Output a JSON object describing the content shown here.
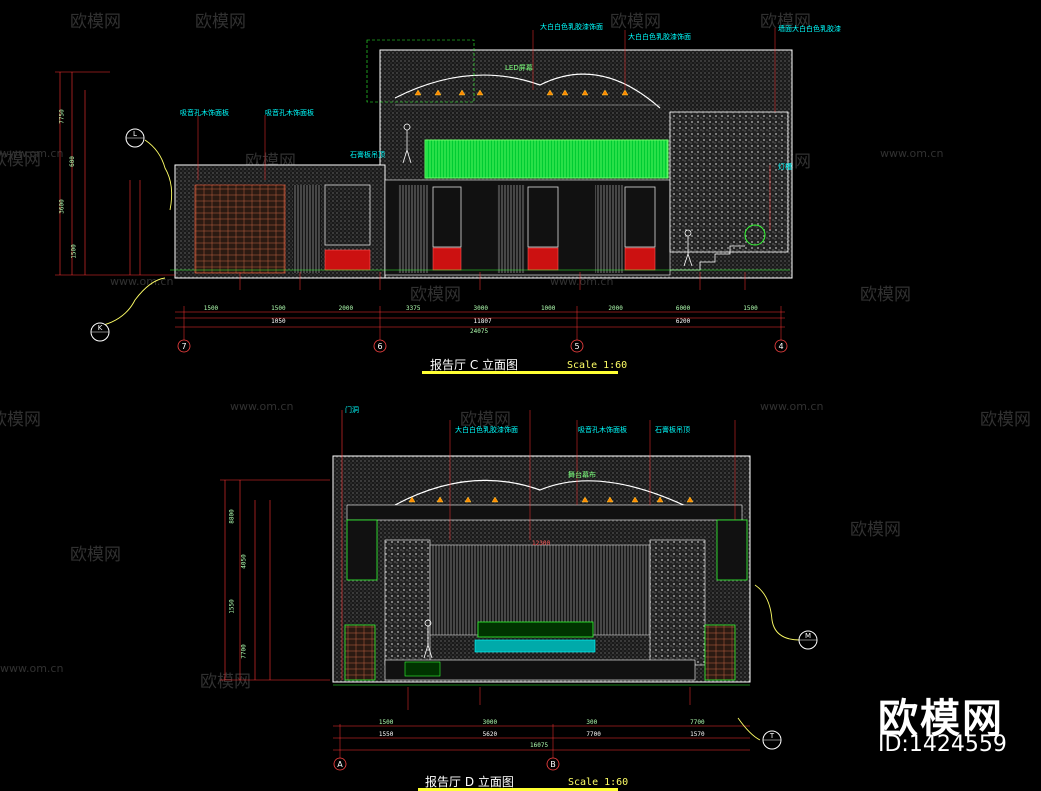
{
  "elevation_c": {
    "title": "报告厅 C 立面图",
    "scale": "Scale 1:60",
    "axis_labels": [
      "7",
      "6",
      "5",
      "4"
    ],
    "dims_top_row": [
      "1500",
      "1500",
      "2000",
      "3375",
      "3000",
      "1000",
      "2000",
      "6000",
      "1500"
    ],
    "dims_mid_row": [
      "1050",
      "11807",
      "6200"
    ],
    "dims_total": "24075",
    "left_dims": [
      "7750",
      "600",
      "3600",
      "1500"
    ],
    "callouts": [
      "大白白色乳胶漆饰面",
      "大白白色乳胶漆饰面",
      "吸音孔木饰面板",
      "吸音孔木饰面板",
      "墙面大白白色乳胶漆",
      "石膏板吊顶",
      "LED屏幕",
      "灯槽"
    ]
  },
  "elevation_d": {
    "title": "报告厅 D 立面图",
    "scale": "Scale 1:60",
    "axis_labels": [
      "A",
      "B"
    ],
    "dims_top_row": [
      "1500",
      "3000",
      "300",
      "7700"
    ],
    "dims_mid_row": [
      "1550",
      "5620",
      "7700",
      "1570"
    ],
    "dims_total": "16075",
    "left_dims": [
      "8800",
      "4050",
      "1550",
      "7700"
    ],
    "stage_width": "12300",
    "callouts": [
      "大白白色乳胶漆饰面",
      "吸音孔木饰面板",
      "石膏板吊顶",
      "门洞",
      "舞台幕布"
    ]
  },
  "detail_markers": [
    "K",
    "L",
    "M",
    "T"
  ],
  "watermark": {
    "brand": "欧模网",
    "url": "www.om.cn"
  },
  "brand_overlay": {
    "name": "欧模网",
    "id": "ID:1424559"
  },
  "colors": {
    "background": "#000000",
    "dimension": "#ff3333",
    "callout": "#00ffff",
    "outline": "#ffffff",
    "hatch": "#9a9a9a",
    "screen": "#00ff33",
    "accent_red": "#ff2222",
    "leader": "#ffff66"
  }
}
